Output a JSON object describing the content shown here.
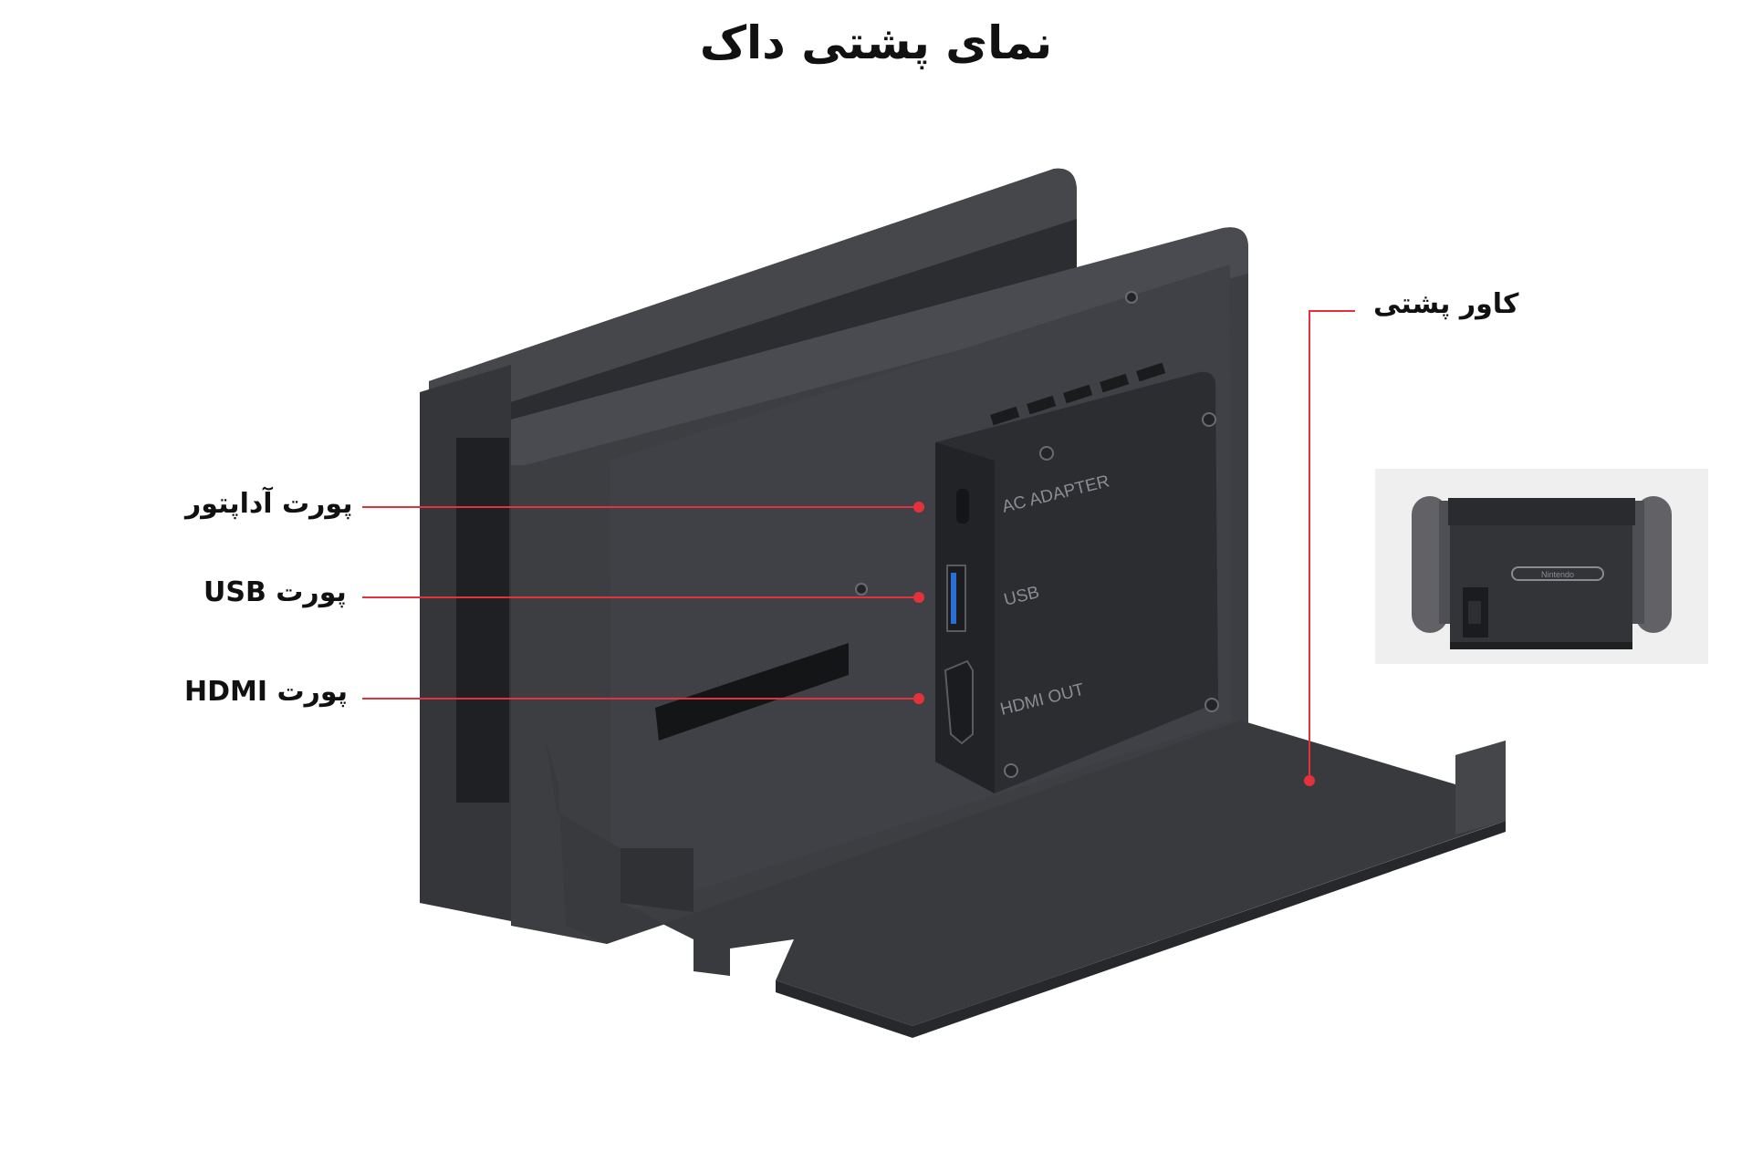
{
  "title": "نمای پشتی داک",
  "callouts": {
    "adapter": "پورت آداپتور",
    "usb": "پورت USB",
    "hdmi": "پورت HDMI",
    "back_cover": "کاور پشتی"
  },
  "device_markings": {
    "ac_adapter": "AC ADAPTER",
    "usb": "USB",
    "hdmi_out": "HDMI OUT",
    "brand": "Nintendo"
  },
  "colors": {
    "callout_line": "#e4323c",
    "dock_body": "#3d3e42",
    "dock_edge": "#2c2d30"
  }
}
